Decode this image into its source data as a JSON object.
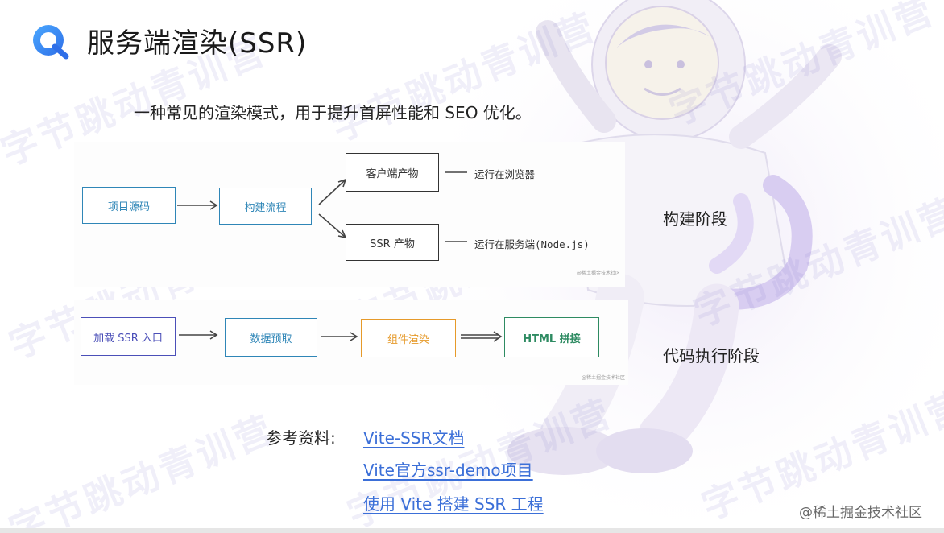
{
  "header": {
    "title": "服务端渲染(SSR)",
    "logo_icon": "app-logo-icon"
  },
  "intro": "一种常见的渲染模式，用于提升首屏性能和 SEO 优化。",
  "diagram_build": {
    "source": "项目源码",
    "process": "构建流程",
    "client_output": "客户端产物",
    "ssr_output": "SSR 产物",
    "client_note": "运行在浏览器",
    "ssr_note": "运行在服务端(Node.js)",
    "credit": "@稀土掘金技术社区",
    "stage": "构建阶段"
  },
  "diagram_exec": {
    "entry": "加载 SSR 入口",
    "prefetch": "数据预取",
    "render": "组件渲染",
    "html": "HTML 拼接",
    "credit": "@稀土掘金技术社区",
    "stage": "代码执行阶段"
  },
  "colors": {
    "build_box": "#2f86b7",
    "exec_entry": "#4b4fb8",
    "exec_prefetch": "#2f86b7",
    "exec_render": "#e69a2a",
    "exec_html": "#2e8b62",
    "link": "#3b6fd8"
  },
  "references": {
    "label": "参考资料:",
    "links": [
      "Vite-SSR文档",
      "Vite官方ssr-demo项目",
      "使用 Vite 搭建 SSR 工程"
    ]
  },
  "watermark": "字节跳动青训营",
  "footer_credit": "@稀土掘金技术社区"
}
